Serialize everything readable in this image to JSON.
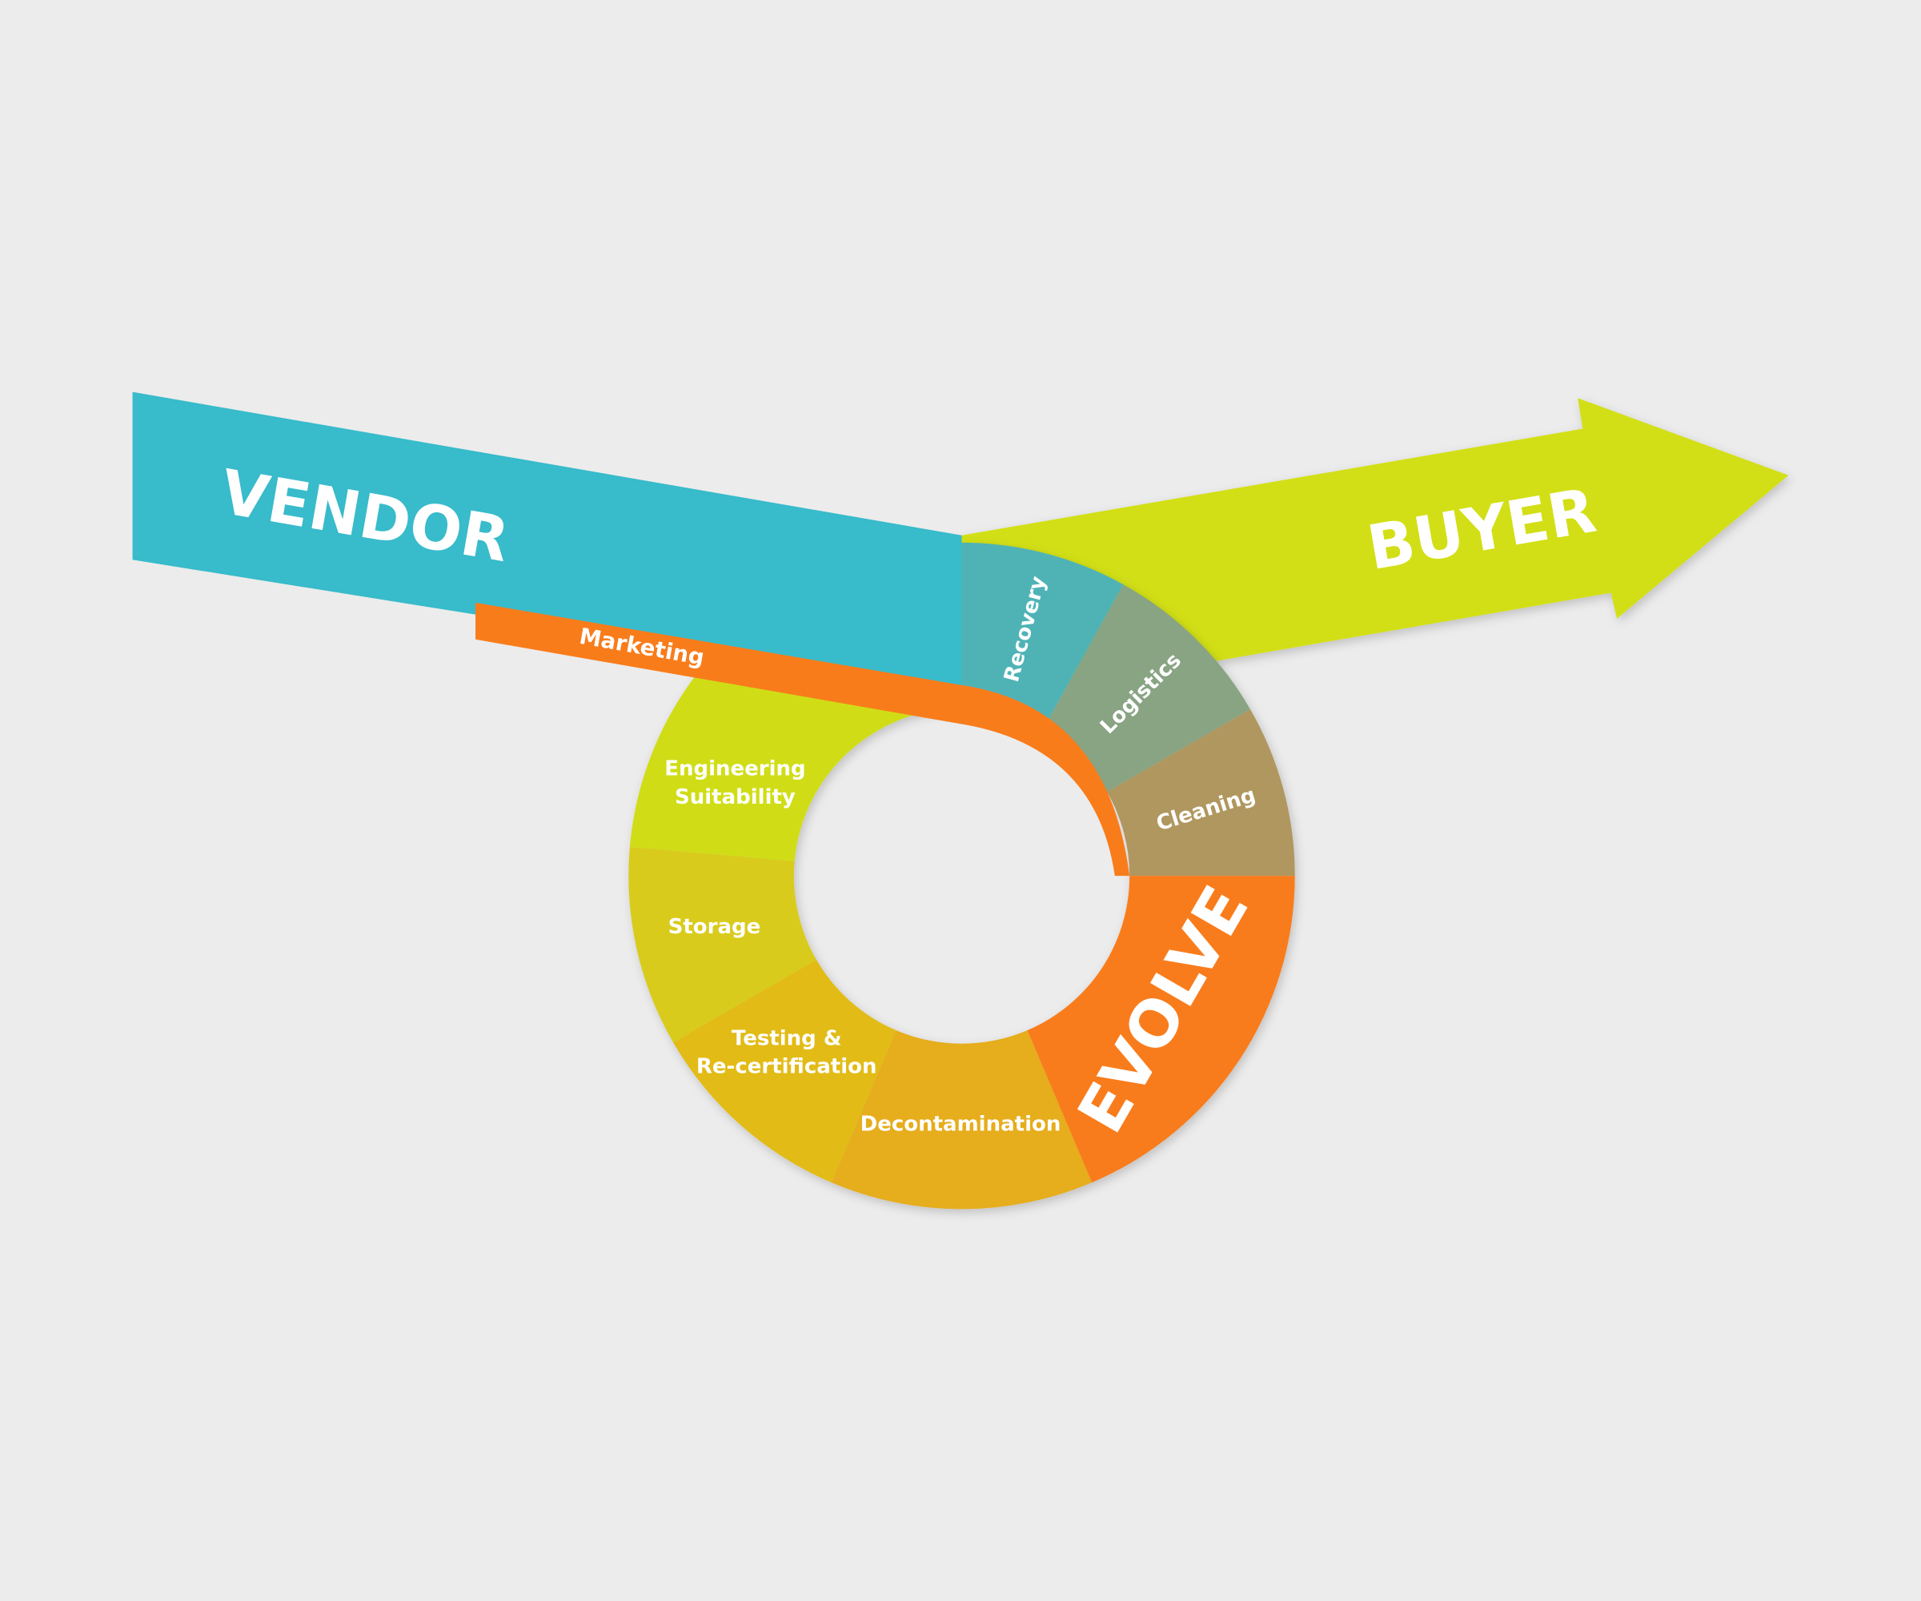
{
  "diagram": {
    "vendor_label": "VENDOR",
    "buyer_label": "BUYER",
    "center_label": "EVOLVE",
    "band_label": "Marketing",
    "segments": [
      {
        "label": "Recovery",
        "color": "#4fb3b6"
      },
      {
        "label": "Logistics",
        "color": "#88a483"
      },
      {
        "label": "Cleaning",
        "color": "#b0975f"
      },
      {
        "label": "EVOLVE",
        "color": "#f97c1b"
      },
      {
        "label": "Decontamination",
        "color": "#e6ad1c"
      },
      {
        "label_line1": "Testing &",
        "label_line2": "Re-certification",
        "color": "#e2bb18"
      },
      {
        "label": "Storage",
        "color": "#d9cb1a"
      },
      {
        "label_line1": "Engineering",
        "label_line2": "Suitability",
        "color": "#d0dd16"
      }
    ],
    "colors": {
      "vendor": "#38bbca",
      "buyer": "#d2df16",
      "band": "#f97c1b",
      "background": "#ececec"
    }
  }
}
